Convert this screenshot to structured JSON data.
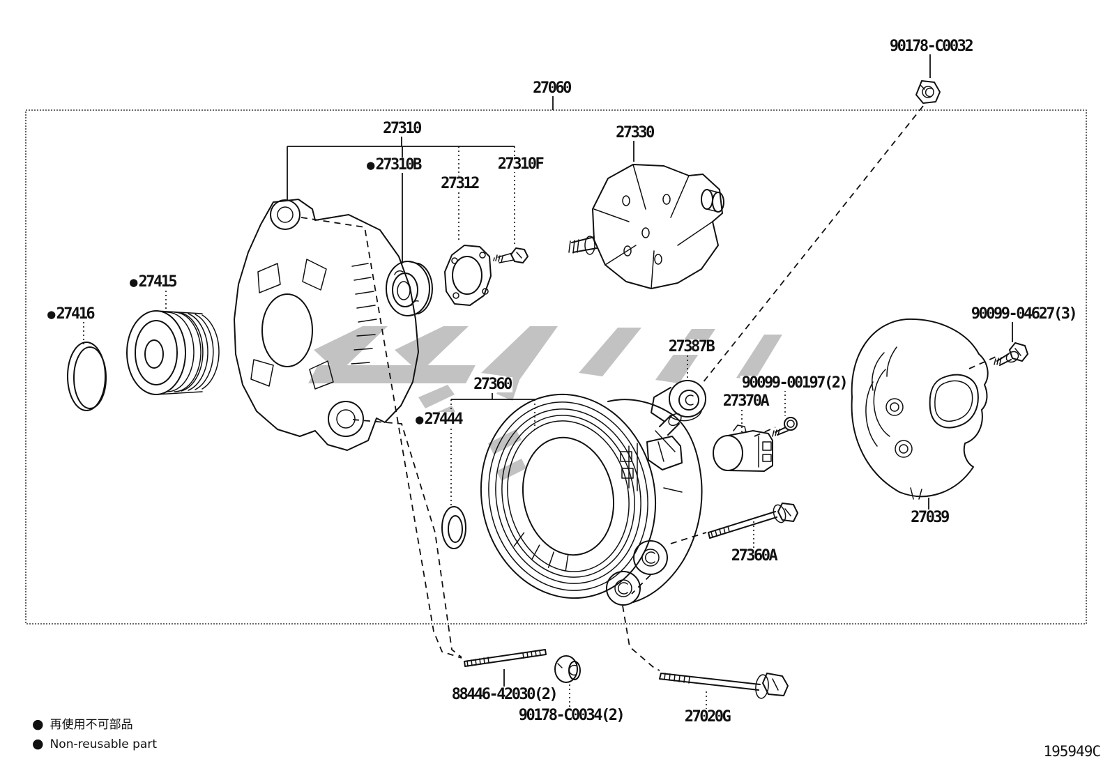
{
  "colors": {
    "line": "#111111",
    "watermark": "#c2c2c2",
    "background": "#ffffff"
  },
  "diagram": {
    "labels": {
      "l27060": {
        "text": "27060"
      },
      "l27310": {
        "text": "27310"
      },
      "l27310b": {
        "bullet": "●",
        "text": "27310B"
      },
      "l27312": {
        "text": "27312"
      },
      "l27310f": {
        "text": "27310F"
      },
      "l27330": {
        "text": "27330"
      },
      "l27415": {
        "bullet": "●",
        "text": "27415"
      },
      "l27416": {
        "bullet": "●",
        "text": "27416"
      },
      "l90178c0032": {
        "text": "90178-C0032"
      },
      "l27387b": {
        "text": "27387B"
      },
      "l9009900197": {
        "text": "90099-00197(2)"
      },
      "l27370a": {
        "text": "27370A"
      },
      "l9009904627": {
        "text": "90099-04627(3)"
      },
      "l27360": {
        "text": "27360"
      },
      "l27444": {
        "bullet": "●",
        "text": "27444"
      },
      "l27039": {
        "text": "27039"
      },
      "l27360a": {
        "text": "27360A"
      },
      "l8844642030": {
        "text": "88446-42030(2)"
      },
      "l90178c0034": {
        "text": "90178-C0034(2)"
      },
      "l27020g": {
        "text": "27020G"
      }
    },
    "legend": {
      "items": [
        {
          "bullet": "●",
          "text": "再使用不可部品"
        },
        {
          "bullet": "●",
          "text": "Non-reusable part"
        }
      ]
    },
    "footer": {
      "drawing_code": "195949C"
    }
  }
}
